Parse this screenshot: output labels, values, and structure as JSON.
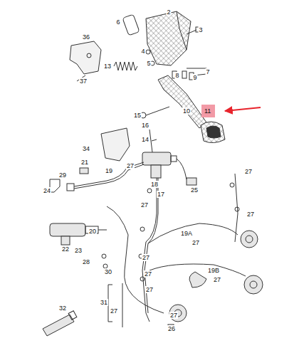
{
  "diagram": {
    "nodes": [
      {
        "text": [
          "11"
        ]
      }
    ],
    "edges": [],
    "labels": [
      "2",
      "6",
      "3",
      "36",
      "4",
      "5",
      "13",
      "7",
      "8",
      "9",
      "37",
      "15",
      "10",
      "16",
      "14",
      "34",
      "21",
      "27",
      "19",
      "27",
      "29",
      "18",
      "24",
      "25",
      "17",
      "27",
      "27",
      "20",
      "19A",
      "27",
      "22",
      "23",
      "27",
      "28",
      "19B",
      "30",
      "27",
      "27",
      "27",
      "31",
      "32",
      "27",
      "27",
      "26"
    ]
  }
}
